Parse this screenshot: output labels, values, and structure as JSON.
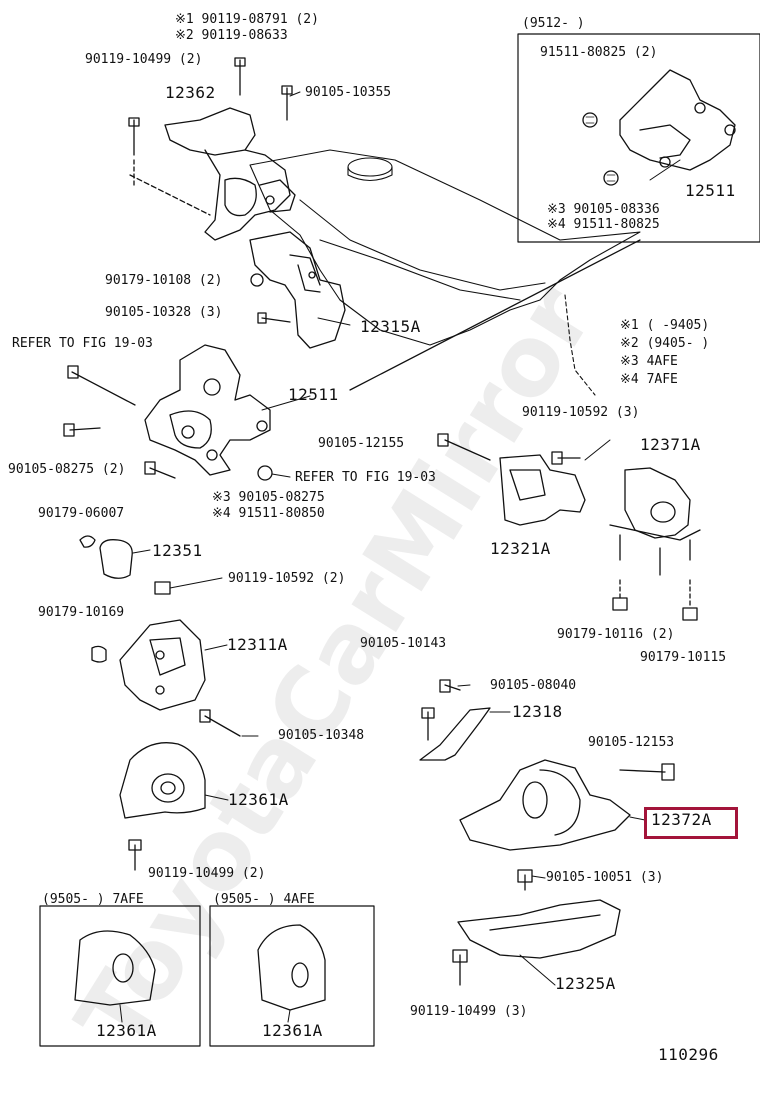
{
  "diagram": {
    "watermark": "ToyotaCarMirror",
    "figure_number": "110296",
    "legend": [
      {
        "mark": "※1",
        "text": "(       -9405)"
      },
      {
        "mark": "※2",
        "text": "(9405-       )"
      },
      {
        "mark": "※3",
        "text": "4AFE"
      },
      {
        "mark": "※4",
        "text": "7AFE"
      }
    ],
    "boxes": {
      "top_right_header": "(9512-         )",
      "bottom_left_header": "(9505-      ) 7AFE",
      "bottom_mid_header": "(9505-      ) 4AFE"
    },
    "callouts": {
      "c1": "※1 90119-08791 (2)",
      "c2": "※2 90119-08633",
      "c3": "90119-10499 (2)",
      "c4": "12362",
      "c5": "90105-10355",
      "c6": "91511-80825 (2)",
      "c7": "12511",
      "c8": "※3 90105-08336",
      "c9": "※4 91511-80825",
      "c10": "90179-10108 (2)",
      "c11": "90105-10328 (3)",
      "c12": "12315A",
      "c13": "REFER TO FIG 19-03",
      "c14": "12511",
      "c15": "90119-10592 (3)",
      "c16": "90105-12155",
      "c17": "12371A",
      "c18": "90105-08275 (2)",
      "c19": "REFER TO FIG 19-03",
      "c20": "※3 90105-08275",
      "c21": "※4 91511-80850",
      "c22": "12321A",
      "c23": "90179-06007",
      "c24": "12351",
      "c25": "90119-10592 (2)",
      "c26": "90179-10169",
      "c27": "90179-10116 (2)",
      "c28": "90179-10115",
      "c29": "12311A",
      "c30": "90105-10143",
      "c31": "90105-08040",
      "c32": "12318",
      "c33": "90105-10348",
      "c34": "90105-12153",
      "c35": "12361A",
      "c36": "12372A",
      "c37": "90119-10499 (2)",
      "c38": "90105-10051 (3)",
      "c39": "12325A",
      "c40": "12361A",
      "c41": "12361A",
      "c42": "90119-10499 (3)"
    },
    "highlighted_part": "12372A"
  }
}
